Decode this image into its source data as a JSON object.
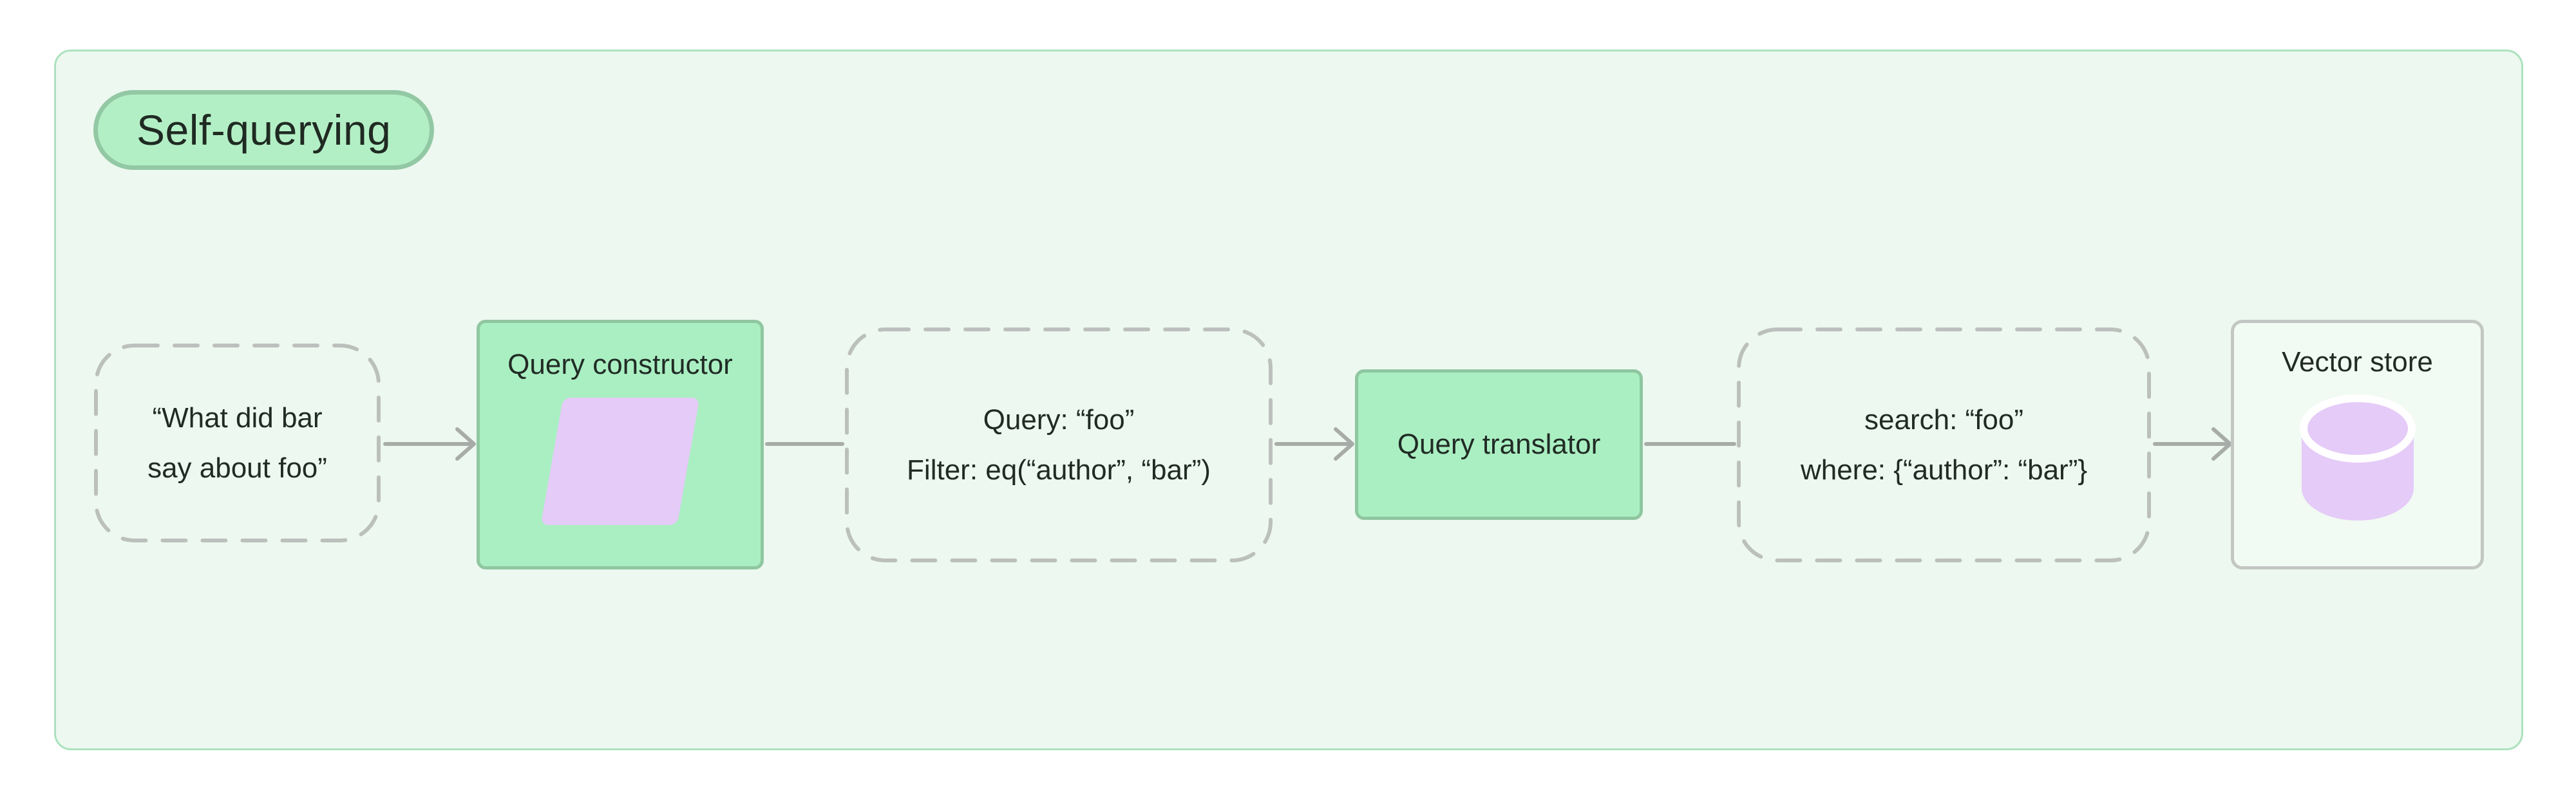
{
  "diagram": {
    "title": "Self-querying",
    "colors": {
      "page_background": "#ffffff",
      "panel_background": "#edf8f0",
      "panel_border": "#ace2bf",
      "badge_fill": "#b3efc5",
      "badge_border": "#93c8a4",
      "node_green_fill": "#aaefc2",
      "node_green_border": "#8fc7a0",
      "node_light_fill": "#f1faf3",
      "node_light_border": "#c3c7c4",
      "accent_purple": "#e5cbf8",
      "dashed_stroke": "#bcc0bd",
      "arrow_stroke": "#a8aca9",
      "text": "#212b25"
    },
    "nodes": {
      "user_query": {
        "lines": [
          "“What did bar",
          "say about foo”"
        ]
      },
      "query_constructor": {
        "label": "Query constructor",
        "icon": "parallelogram-icon"
      },
      "constructed_query": {
        "lines": [
          "Query: “foo”",
          "Filter: eq(“author”, “bar”)"
        ]
      },
      "query_translator": {
        "label": "Query translator"
      },
      "translated_query": {
        "lines": [
          "search: “foo”",
          "where: {“author”: “bar”}"
        ]
      },
      "vector_store": {
        "label": "Vector store",
        "icon": "database-icon"
      }
    }
  }
}
